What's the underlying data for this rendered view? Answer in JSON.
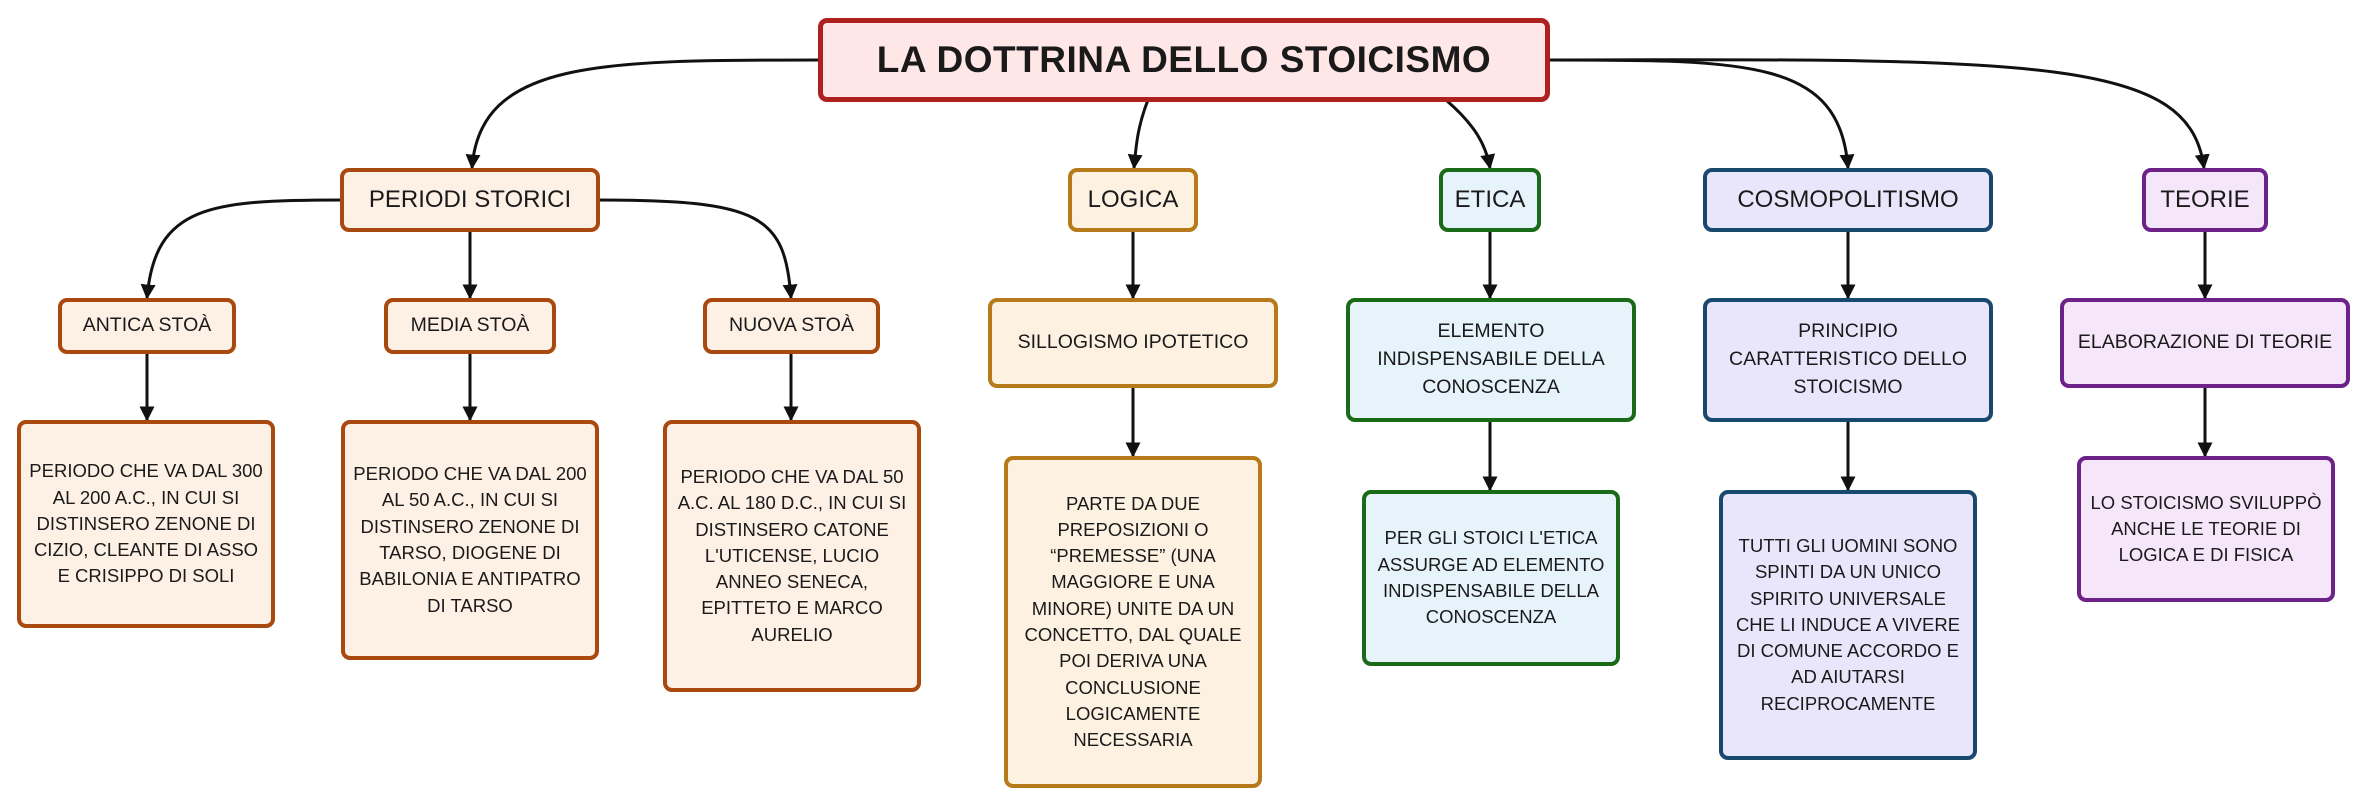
{
  "root": {
    "label": "LA DOTTRINA DELLO STOICISMO"
  },
  "periodi": {
    "label": "PERIODI STORICI",
    "antica": {
      "label": "ANTICA STOÀ",
      "desc": "PERIODO CHE VA DAL 300 AL 200 A.C., IN CUI SI DISTINSERO ZENONE DI CIZIO, CLEANTE DI ASSO E CRISIPPO DI SOLI"
    },
    "media": {
      "label": "MEDIA STOÀ",
      "desc": "PERIODO CHE VA DAL 200 AL 50 A.C., IN CUI SI DISTINSERO ZENONE DI TARSO, DIOGENE DI BABILONIA E ANTIPATRO DI TARSO"
    },
    "nuova": {
      "label": "NUOVA STOÀ",
      "desc": "PERIODO CHE VA DAL 50 A.C. AL 180 D.C., IN CUI SI DISTINSERO CATONE L'UTICENSE, LUCIO ANNEO SENECA, EPITTETO E MARCO AURELIO"
    }
  },
  "logica": {
    "label": "LOGICA",
    "sub": "SILLOGISMO IPOTETICO",
    "desc": "PARTE DA DUE PREPOSIZIONI O “PREMESSE” (UNA MAGGIORE E UNA MINORE) UNITE DA UN CONCETTO, DAL QUALE POI DERIVA UNA CONCLUSIONE LOGICAMENTE NECESSARIA"
  },
  "etica": {
    "label": "ETICA",
    "sub": "ELEMENTO INDISPENSABILE DELLA CONOSCENZA",
    "desc": "PER GLI STOICI L'ETICA ASSURGE AD ELEMENTO INDISPENSABILE DELLA CONOSCENZA"
  },
  "cosmo": {
    "label": "COSMOPOLITISMO",
    "sub": "PRINCIPIO CARATTERISTICO DELLO STOICISMO",
    "desc": "TUTTI GLI UOMINI SONO SPINTI DA UN UNICO SPIRITO UNIVERSALE CHE LI INDUCE A VIVERE DI COMUNE ACCORDO E AD AIUTARSI RECIPROCAMENTE"
  },
  "teorie": {
    "label": "TEORIE",
    "sub": "ELABORAZIONE DI TEORIE",
    "desc": "LO STOICISMO SVILUPPÒ ANCHE LE TEORIE DI LOGICA E DI FISICA"
  },
  "colors": {
    "brown": "#a9490f",
    "gold": "#b77a1b",
    "green": "#1a6b17",
    "blue": "#17496e",
    "purple": "#6c2289",
    "red": "#ad2121",
    "edge": "#111111"
  }
}
